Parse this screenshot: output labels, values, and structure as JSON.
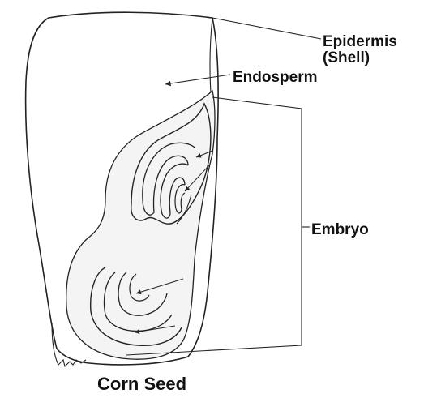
{
  "labels": {
    "epidermis": "Epidermis",
    "shell": "(Shell)",
    "endosperm": "Endosperm",
    "embryo": "Embryo",
    "title": "Corn Seed"
  },
  "colors": {
    "outline": "#222222",
    "embryo_fill": "#f4f4f4",
    "text": "#111111"
  }
}
